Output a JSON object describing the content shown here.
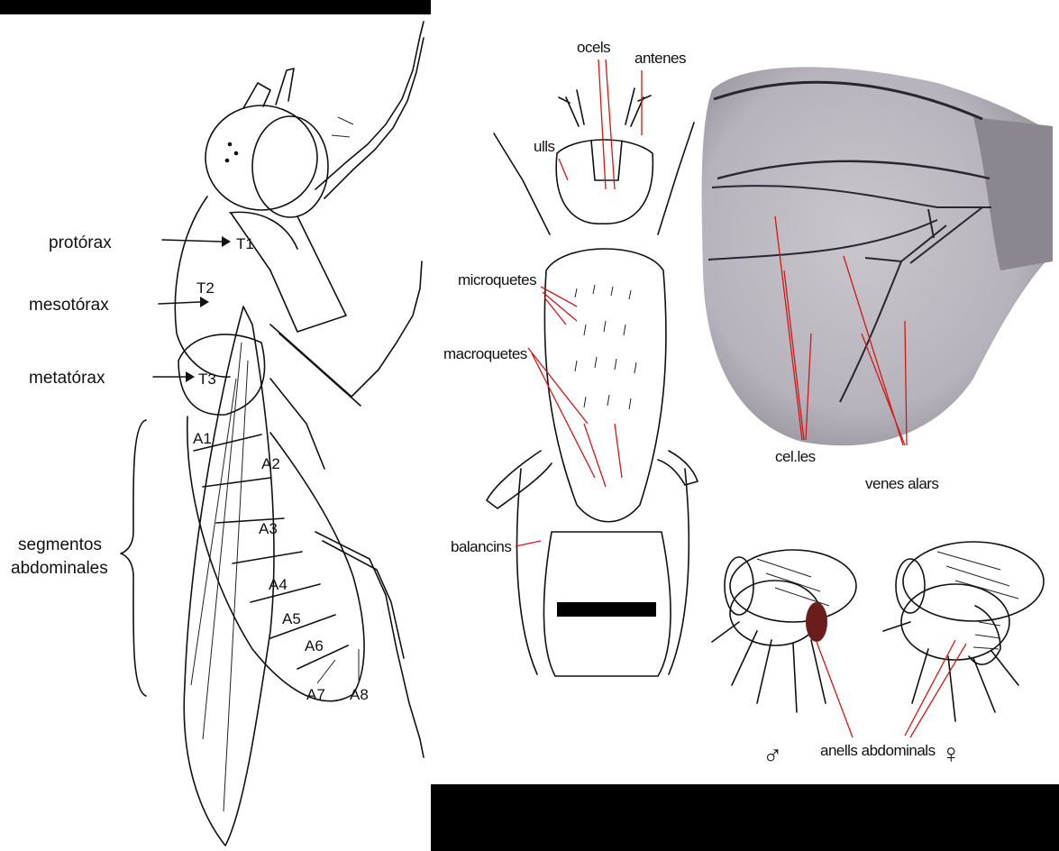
{
  "left_diagram": {
    "thorax_labels": [
      "protórax",
      "mesotórax",
      "metatórax"
    ],
    "thorax_segments": [
      "T1",
      "T2",
      "T3"
    ],
    "abdomen_group_label": [
      "segmentos",
      "abdominales"
    ],
    "abdomen_segments": [
      "A1",
      "A2",
      "A3",
      "A4",
      "A5",
      "A6",
      "A7",
      "A8"
    ]
  },
  "dorsal_view": {
    "labels": {
      "ocels": "ocels",
      "antenes": "antenes",
      "ulls": "ulls",
      "microquetes": "microquetes",
      "macroquetes": "macroquetes",
      "balancins": "balancins"
    }
  },
  "wing": {
    "labels": {
      "cells": "cel.les",
      "veins": "venes alars"
    }
  },
  "sexes": {
    "label": "anells abdominals",
    "male_symbol": "♂",
    "female_symbol": "♀"
  },
  "colors": {
    "pointer_red": "#d01818",
    "bars": "#000000"
  }
}
